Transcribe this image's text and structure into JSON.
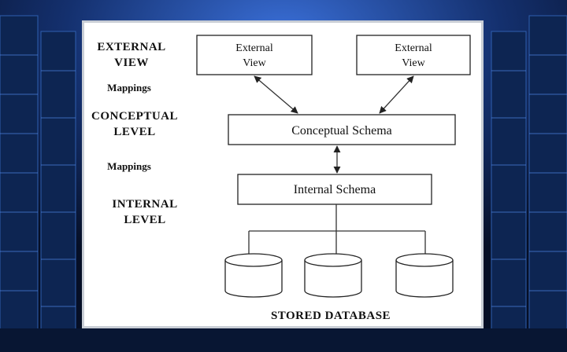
{
  "labels": {
    "external_line1": "EXTERNAL",
    "external_line2": "VIEW",
    "mappings_top": "Mappings",
    "conceptual_line1": "CONCEPTUAL",
    "conceptual_line2": "LEVEL",
    "mappings_bottom": "Mappings",
    "internal_line1": "INTERNAL",
    "internal_line2": "LEVEL"
  },
  "boxes": {
    "external_view_1_line1": "External",
    "external_view_1_line2": "View",
    "external_view_2_line1": "External",
    "external_view_2_line2": "View",
    "conceptual_schema": "Conceptual Schema",
    "internal_schema": "Internal Schema"
  },
  "footer": "STORED DATABASE",
  "colors": {
    "background": "#0a1a3e",
    "panel": "#ffffff",
    "stroke": "#222222"
  }
}
